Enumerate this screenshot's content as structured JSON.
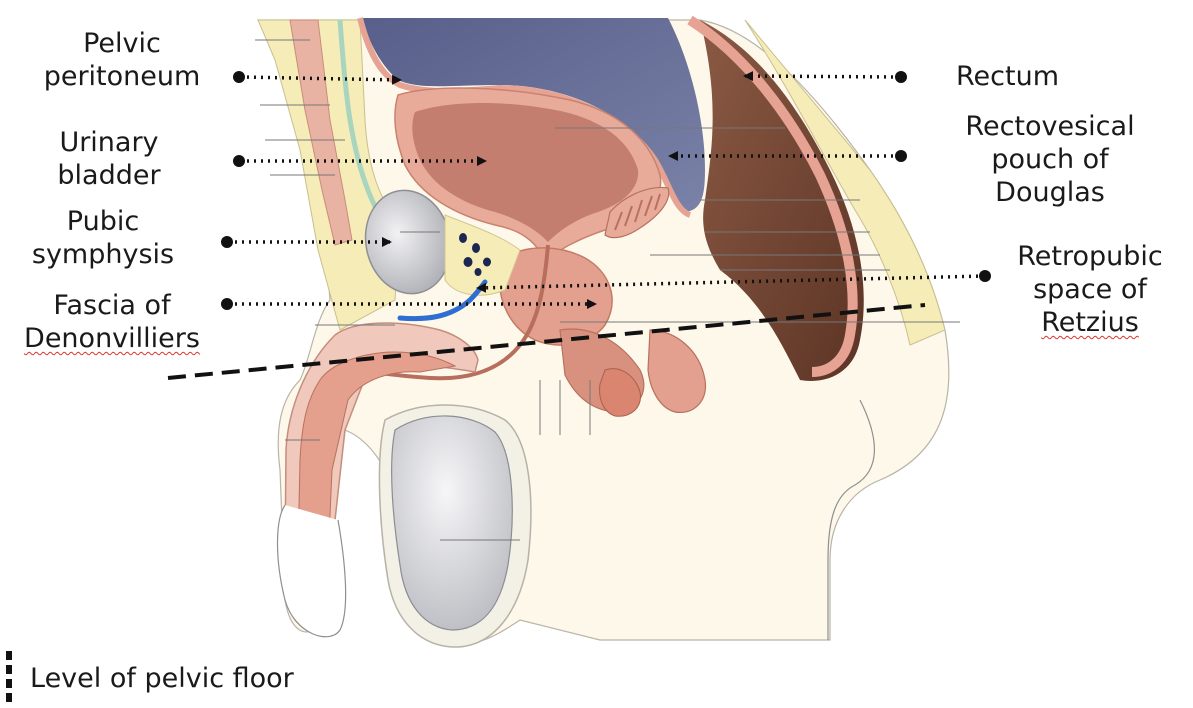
{
  "labels": {
    "pelvic_peritoneum": [
      "Pelvic",
      "peritoneum"
    ],
    "urinary_bladder": [
      "Urinary",
      "bladder"
    ],
    "pubic_symphysis": [
      "Pubic",
      "symphysis"
    ],
    "fascia_denonvilliers": [
      "Fascia of",
      "Denonvilliers"
    ],
    "rectum": [
      "Rectum"
    ],
    "rectovesical_pouch": [
      "Rectovesical",
      "pouch of",
      "Douglas"
    ],
    "retropubic_space": [
      "Retropubic",
      "space of",
      "Retzius"
    ]
  },
  "legend": {
    "text": "Level of pelvic floor"
  },
  "colors": {
    "skin": "#fdf6e6",
    "fat": "#f8eeba",
    "fascia": "#bfe0cf",
    "muscle": "#e9b6a8",
    "muscle_dark": "#d9917f",
    "bladder_lumen": "#c57e72",
    "peritoneal_cavity": "#626a94",
    "bone": "#cfd0d4",
    "rectum": "#7a4a3a",
    "blue_structure": "#2f6ed0"
  }
}
